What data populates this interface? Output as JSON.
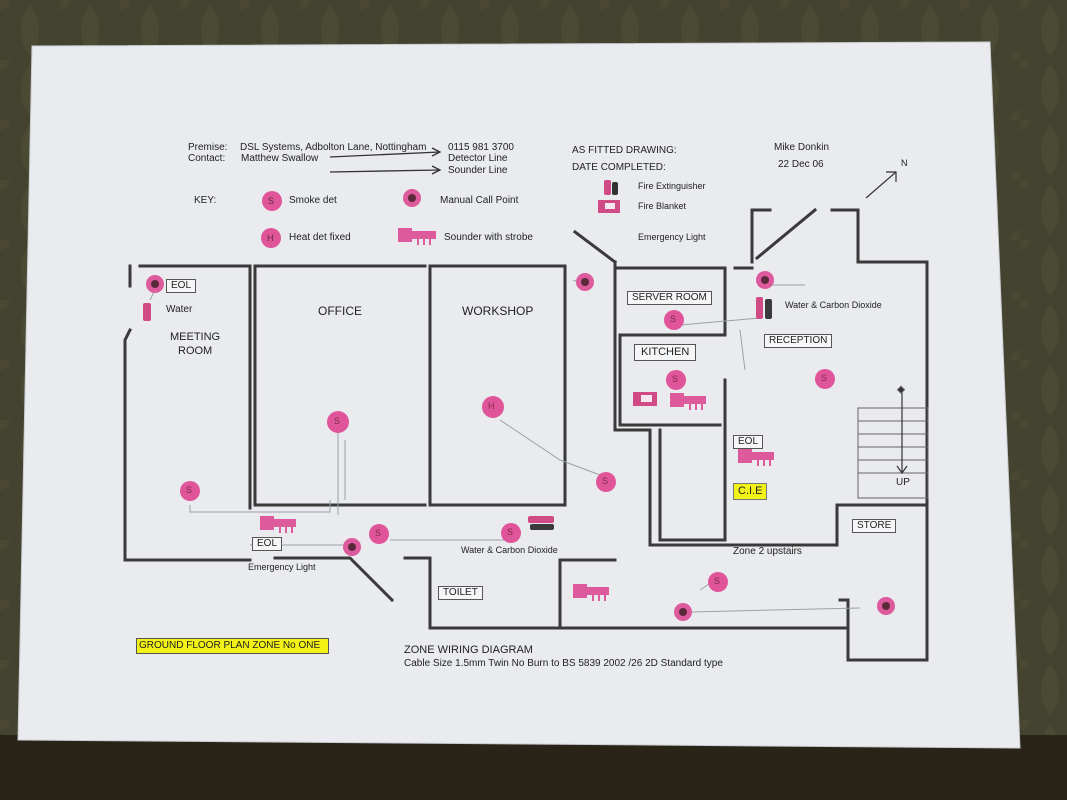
{
  "header": {
    "premise_label": "Premise:",
    "premise_value": "DSL Systems, Adbolton Lane, Nottingham",
    "phone": "0115 981 3700",
    "contact_label": "Contact:",
    "contact_value": "Matthew Swallow",
    "detector_line": "Detector Line",
    "sounder_line": "Sounder Line",
    "as_fitted": "AS FITTED DRAWING:",
    "as_fitted_value": "Mike Donkin",
    "date_completed": "DATE COMPLETED:",
    "date_value": "22 Dec 06",
    "north": "N"
  },
  "key": {
    "label": "KEY:",
    "smoke_det": "Smoke det",
    "manual_call_point": "Manual Call Point",
    "heat_det": "Heat det fixed",
    "sounder": "Sounder with strobe",
    "fire_extinguisher": "Fire Extinguisher",
    "fire_blanket": "Fire Blanket",
    "emergency_light": "Emergency Light",
    "symbol_s": "S",
    "symbol_h": "H"
  },
  "rooms": {
    "meeting_room_1": "MEETING",
    "meeting_room_2": "ROOM",
    "office": "OFFICE",
    "workshop": "WORKSHOP",
    "server_room": "SERVER ROOM",
    "kitchen": "KITCHEN",
    "reception": "RECEPTION",
    "toilet": "TOILET",
    "store": "STORE",
    "up": "UP"
  },
  "labels": {
    "eol_1": "EOL",
    "eol_2": "EOL",
    "eol_3": "EOL",
    "water": "Water",
    "water_co2_1": "Water & Carbon Dioxide",
    "water_co2_2": "Water & Carbon Dioxide",
    "emergency_light_plan": "Emergency Light",
    "cie": "C.I.E",
    "zone2": "Zone 2  upstairs",
    "s1": "S",
    "s2": "S",
    "s3": "S",
    "s4": "S",
    "s5": "S",
    "s6": "S",
    "s7": "S",
    "s8": "S",
    "s9": "S",
    "s10": "S",
    "h1": "H"
  },
  "footer": {
    "ground_floor": "GROUND FLOOR PLAN  ZONE No ONE",
    "zone_wiring": "ZONE  WIRING DIAGRAM",
    "cable_size": "Cable Size  1.5mm Twin No Burn to BS 5839 2002 /26 2D  Standard type"
  },
  "colors": {
    "detector_pink": "#e0559a",
    "highlight": "#f2f216",
    "wall": "#3a3a3a"
  }
}
